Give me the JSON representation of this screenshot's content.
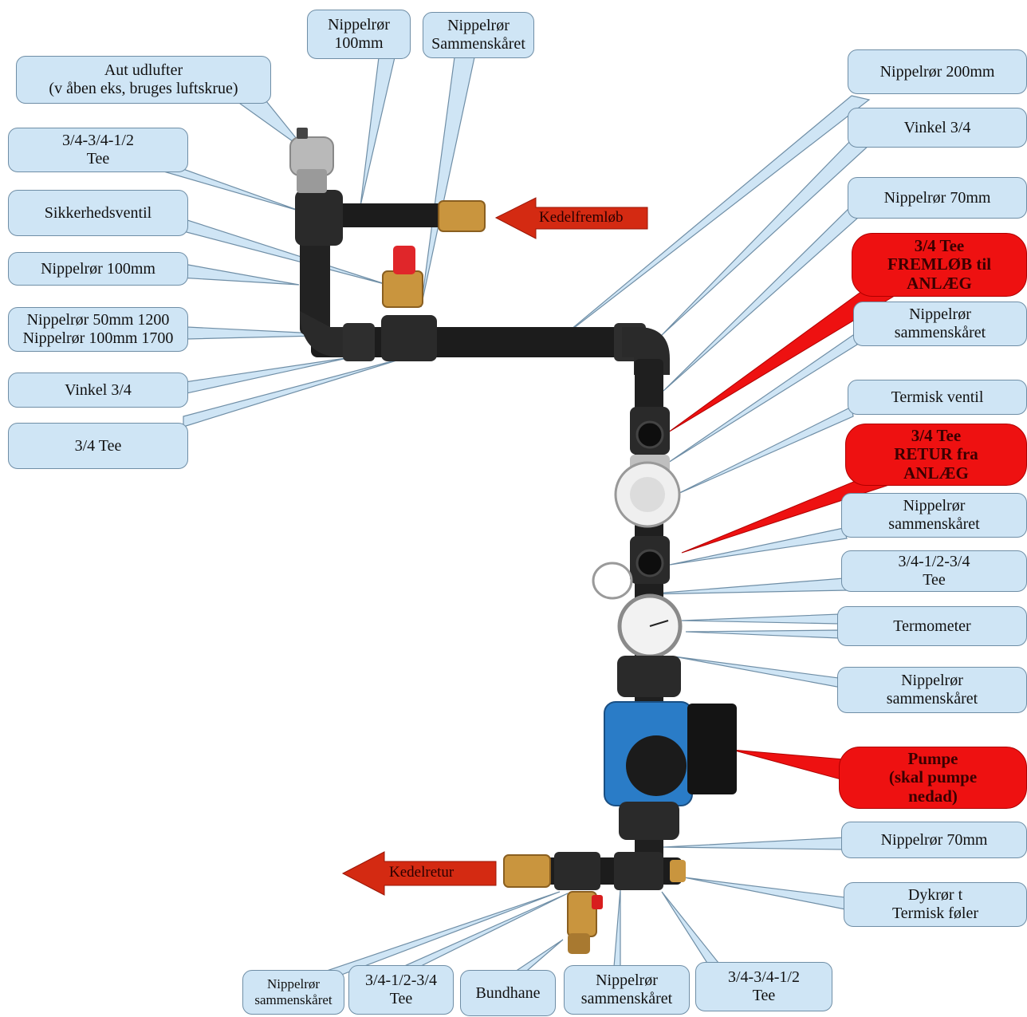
{
  "colors": {
    "callout_fill": "#cfe5f5",
    "callout_border": "#6f8ea6",
    "warning_fill": "#ee1111",
    "arrow_fill": "#d42a12",
    "pipe": "#1c1c1c",
    "pump_body": "#2a7cc7",
    "brass": "#c9953e"
  },
  "labels": {
    "aut_udlufter": "Aut udlufter\n(v åben eks, bruges luftskrue)",
    "nippel_100_top": "Nippelrør\n100mm",
    "nippel_sammen_top": "Nippelrør\nSammenskåret",
    "tee_top_left": "3/4-3/4-1/2\nTee",
    "sikkerhedsventil": "Sikkerhedsventil",
    "nippel_100_left": "Nippelrør 100mm",
    "nippel_50_100": "Nippelrør 50mm 1200\nNippelrør 100mm 1700",
    "vinkel_left": "Vinkel 3/4",
    "tee_left": "3/4 Tee",
    "nippel_200": "Nippelrør 200mm",
    "vinkel_right": "Vinkel 3/4",
    "nippel_70_right": "Nippelrør 70mm",
    "tee_fremlob": "3/4 Tee\nFREMLØB til\nANLÆG",
    "nippel_sammen_r1": "Nippelrør\nsammenskåret",
    "termisk_ventil": "Termisk ventil",
    "tee_retur": "3/4 Tee\nRETUR fra\nANLÆG",
    "nippel_sammen_r2": "Nippelrør\nsammenskåret",
    "tee_right_small": "3/4-1/2-3/4\nTee",
    "termometer": "Termometer",
    "nippel_sammen_r3": "Nippelrør\nsammenskåret",
    "pumpe": "Pumpe\n(skal pumpe\nnedad)",
    "nippel_70_bottom": "Nippelrør 70mm",
    "dykror": "Dykrør t\nTermisk føler",
    "bottom_nippel_sammen_1": "Nippelrør\nsammenskåret",
    "bottom_tee_1": "3/4-1/2-3/4\nTee",
    "bundhane": "Bundhane",
    "bottom_nippel_sammen_2": "Nippelrør\nsammenskåret",
    "bottom_tee_2": "3/4-3/4-1/2\nTee"
  },
  "arrows": {
    "kedel_fremlob": "Kedelfremløb",
    "kedel_retur": "Kedelretur"
  }
}
